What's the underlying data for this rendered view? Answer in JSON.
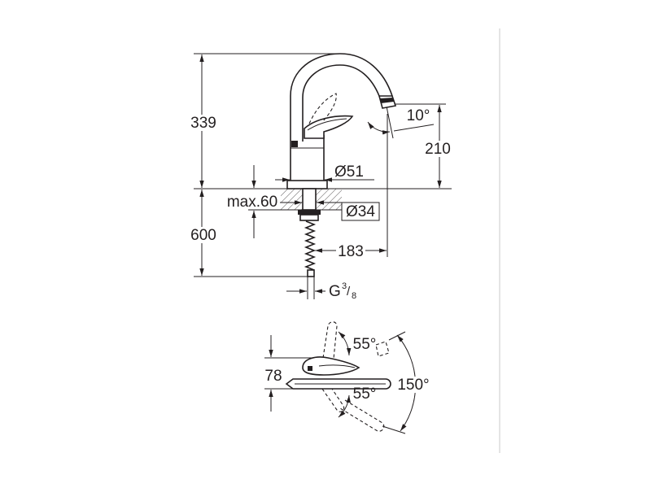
{
  "side_view": {
    "overall_height": "339",
    "spout_height": "210",
    "spout_angle": "10°",
    "base_diameter": "Ø51",
    "counter_thickness": "max.60",
    "hole_diameter": "Ø34",
    "hose_length": "600",
    "spout_reach": "183",
    "connection": {
      "letter": "G",
      "numerator": "3",
      "separator": "/",
      "denominator": "8"
    }
  },
  "top_view": {
    "lever_depth": "78",
    "lever_angle_upper": "55°",
    "lever_angle_lower": "55°",
    "swivel_angle": "150°"
  },
  "colors": {
    "line": "#231f20",
    "divider": "#c8c8c8",
    "background": "#ffffff"
  }
}
